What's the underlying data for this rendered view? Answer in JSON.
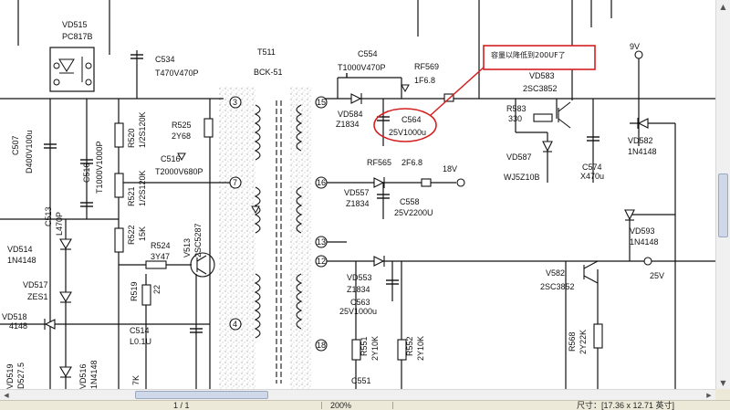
{
  "document": {
    "annotation": {
      "text": "容量以降低到200UF了",
      "box_color": "#d42020"
    },
    "labels": {
      "vd515": "VD515",
      "pc817b": "PC817B",
      "c534": "C534",
      "t470v470p": "T470V470P",
      "t511": "T511",
      "bck51": "BCK-51",
      "c554": "C554",
      "t1000v470p": "T1000V470P",
      "rf569": "RF569",
      "rf569_val": "1F6.8",
      "vd583": "VD583",
      "vd583_part": "2SC3852",
      "nine_v": "9V",
      "c507": "C507",
      "c507_val": "D400V100u",
      "c516": "C516",
      "c516_val": "T1000V1000P",
      "r520": "R520",
      "r520_val": "1/2S120K",
      "r525": "R525",
      "r525_val": "2Y68",
      "vd584": "VD584",
      "vd584_val": "Z1834",
      "c564": "C564",
      "c564_val": "25V1000u",
      "r583": "R583",
      "r583_val": "330",
      "vd582": "VD582",
      "vd582_val": "1N4148",
      "c516b": "C516",
      "c516b_val": "T2000V680P",
      "vd587": "VD587",
      "vd587_val": "WJ5Z10B",
      "c574": "C574",
      "c574_val": "X470u",
      "r521": "R521",
      "r521_val": "1/2S120K",
      "rf565": "RF565",
      "rf565_val": "2F6.8",
      "v18": "18V",
      "c513": "C513",
      "c513_val": "L470P",
      "vd557": "VD557",
      "vd557_val": "Z1834",
      "c558": "C558",
      "c558_val": "25V2200U",
      "vd593": "VD593",
      "vd593_val": "1N4148",
      "r522": "R522",
      "r522_val": "15K",
      "r524": "R524",
      "r524_val": "3Y47",
      "v513": "V513",
      "v513_part": "2SC5287",
      "vd514": "VD514",
      "vd514_val": "1N4148",
      "vd553": "VD553",
      "vd553_val": "Z1834",
      "v582": "V582",
      "v582_part": "2SC3852",
      "v25": "25V",
      "vd517": "VD517",
      "vd517_val": "ZES1",
      "r519": "R519",
      "r519_val": "22",
      "c563": "C563",
      "c563_val": "25V1000u",
      "vd518": "VD518",
      "vd518_val": "4148",
      "c514": "C514",
      "c514_val": "L0.1U",
      "r551": "R551",
      "r551_val": "2Y10K",
      "r552": "R552",
      "r552_val": "2Y10K",
      "r568": "R568",
      "r568_val": "2Y22K",
      "vd519": "VD519",
      "vd519_val": "D527.5",
      "vd516": "VD516",
      "vd516_val": "1N4148",
      "r_7k": "7K",
      "c551": "C551",
      "pin_3": "3",
      "pin_7": "7",
      "pin_4": "4",
      "pin_15": "15",
      "pin_16": "16",
      "pin_13": "13",
      "pin_12": "12",
      "pin_18": "18"
    }
  },
  "scrollbars": {
    "up_arrow": "▲",
    "down_arrow": "▼",
    "left_arrow": "◀",
    "right_arrow": "▶"
  },
  "statusbar": {
    "page": "1 / 1",
    "zoom": "200%",
    "size": "尺寸：[17.36 x 12.71 英寸]"
  }
}
